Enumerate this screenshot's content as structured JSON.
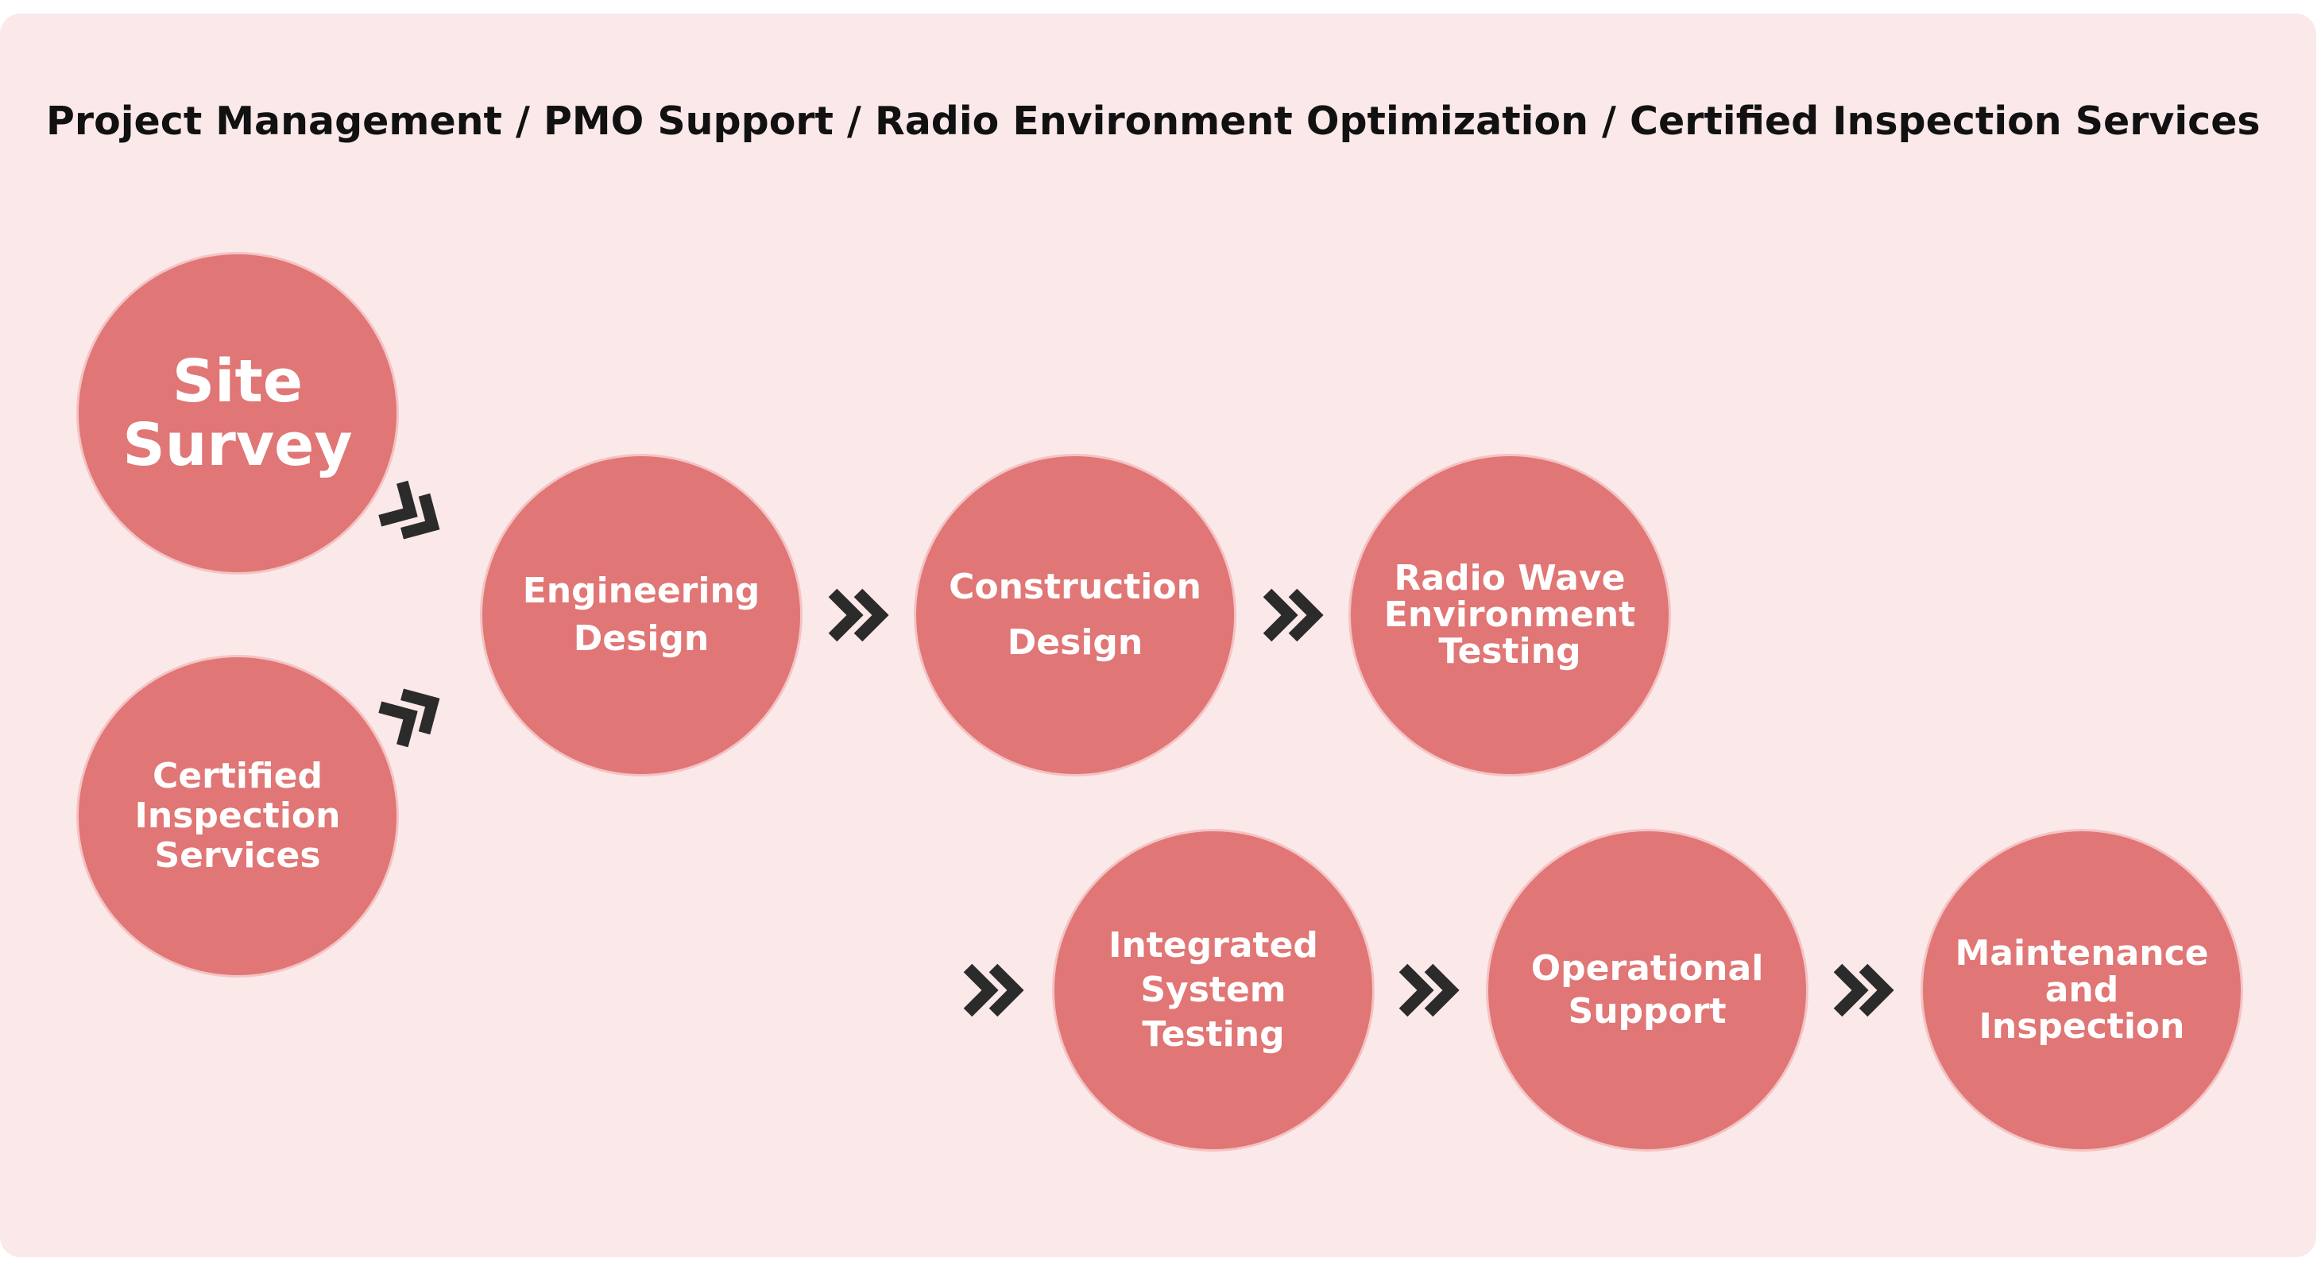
{
  "header": {
    "title": "Project Management / PMO Support / Radio Environment Optimization / Certified Inspection Services"
  },
  "colors": {
    "panel_background": "#fbe9ea",
    "circle_fill": "#e07675",
    "circle_text": "#ffffff",
    "arrow": "#2b2b2b",
    "title_text": "#111111"
  },
  "steps": {
    "site_survey": "Site\nSurvey",
    "certified_inspection": "Certified\nInspection\nServices",
    "engineering_design": "Engineering\nDesign",
    "construction_design": "Construction\nDesign",
    "radio_wave_testing": "Radio Wave\nEnvironment\nTesting",
    "integrated_system_testing": "Integrated\nSystem\nTesting",
    "operational_support": "Operational\nSupport",
    "maintenance_inspection": "Maintenance\nand\nInspection"
  },
  "icons": {
    "flow_arrow": "double-chevron-right-icon"
  }
}
